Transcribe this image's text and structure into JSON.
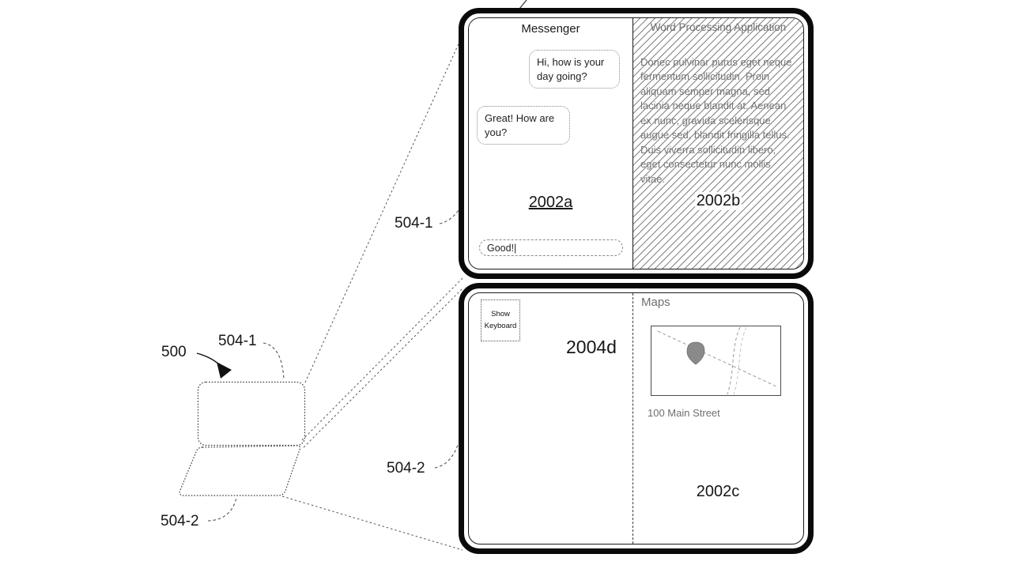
{
  "figure": {
    "device_ref": "500",
    "device_screen1_callout": "504-1",
    "device_screen2_callout": "504-2",
    "screen1_callout": "504-1",
    "screen2_callout": "504-2",
    "keyboard_affordance_ref": "2004d"
  },
  "screen_top": {
    "messenger": {
      "title": "Messenger",
      "bubble_peer": "Hi, how is your day going?",
      "bubble_self": "Great! How are you?",
      "input_value": "Good!|",
      "pane_ref": "2002a"
    },
    "word_processor": {
      "title": "Word Processing Application",
      "body": "Donec pulvinar purus eget neque fermentum sollicitudin. Proin aliquam semper magna, sed lacinia neque blandit at. Aenean ex nunc, gravida scelerisque augue sed, blandit fringilla tellus. Duis viverra sollicitudin libero, eget consectetur nunc mollis vitae.",
      "pane_ref": "2002b"
    }
  },
  "screen_bottom": {
    "maps": {
      "title": "Maps",
      "show_keyboard_button": "Show Keyboard",
      "address": "100 Main Street",
      "pane_ref": "2002c"
    }
  },
  "colors": {
    "bezel": "#0a0a0a",
    "hatch_line": "#5a5a5a",
    "muted_text": "#6f6f6f",
    "pin": "#8a8a8a"
  }
}
